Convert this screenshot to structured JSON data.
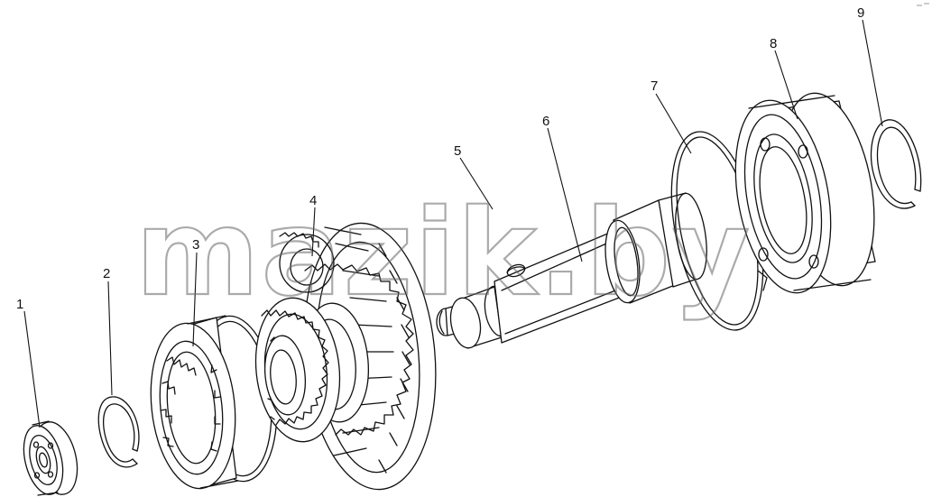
{
  "watermark": "mazik.by",
  "callouts": [
    {
      "id": "1",
      "label": "1"
    },
    {
      "id": "2",
      "label": "2"
    },
    {
      "id": "3",
      "label": "3"
    },
    {
      "id": "4",
      "label": "4"
    },
    {
      "id": "5",
      "label": "5"
    },
    {
      "id": "6",
      "label": "6"
    },
    {
      "id": "7",
      "label": "7"
    },
    {
      "id": "8",
      "label": "8"
    },
    {
      "id": "9",
      "label": "9"
    }
  ]
}
